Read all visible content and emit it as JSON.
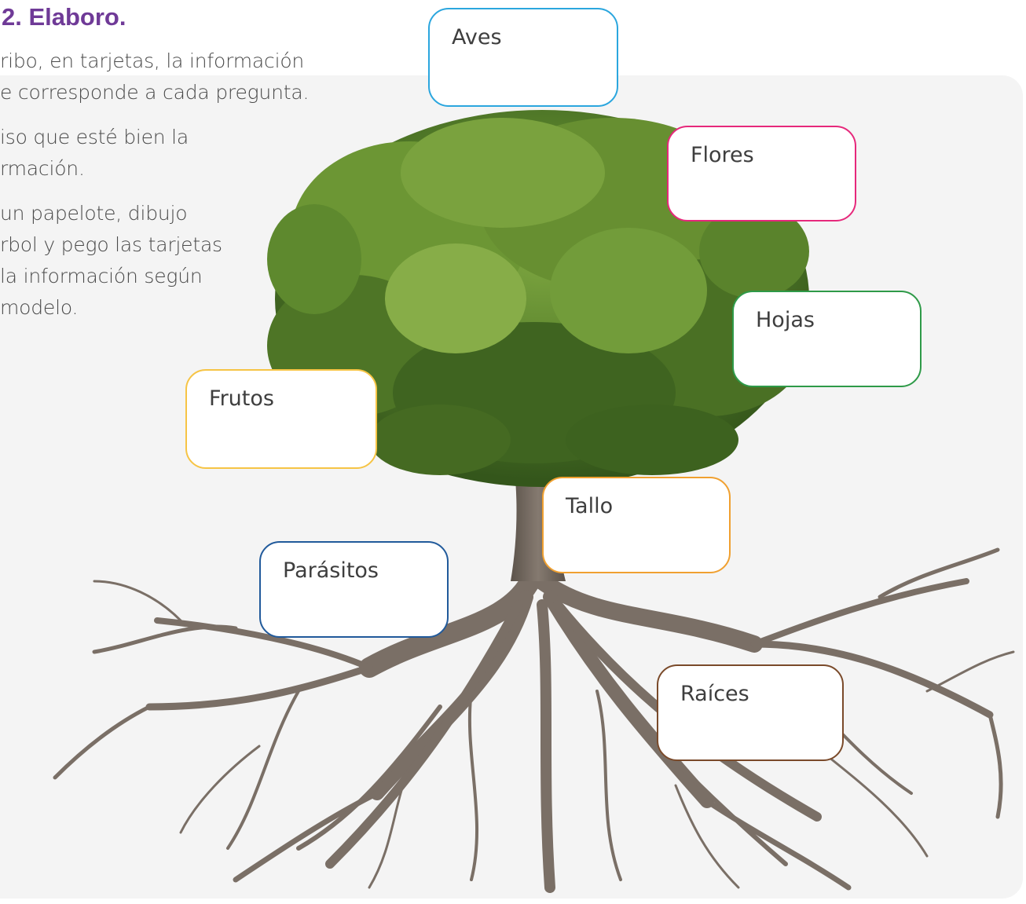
{
  "section": {
    "title": "2. Elaboro."
  },
  "instructions": [
    "ribo, en tarjetas, la información",
    "e corresponde a cada pregunta.",
    "iso que esté bien la",
    "rmación.",
    "un papelote, dibujo",
    "rbol y pego las tarjetas",
    "la información según",
    "modelo."
  ],
  "cards": [
    {
      "id": "aves",
      "label": "Aves",
      "color": "#2ba6de"
    },
    {
      "id": "flores",
      "label": "Flores",
      "color": "#e6287b"
    },
    {
      "id": "hojas",
      "label": "Hojas",
      "color": "#2e9a48"
    },
    {
      "id": "frutos",
      "label": "Frutos",
      "color": "#f6c445"
    },
    {
      "id": "tallo",
      "label": "Tallo",
      "color": "#f0a030"
    },
    {
      "id": "parasitos",
      "label": "Parásitos",
      "color": "#215a9b"
    },
    {
      "id": "raices",
      "label": "Raíces",
      "color": "#7a4a2a"
    }
  ],
  "colors": {
    "title": "#6f3a97",
    "foliage": "#5f8a2e",
    "trunk": "#6e6359",
    "panel": "#f4f4f4"
  }
}
